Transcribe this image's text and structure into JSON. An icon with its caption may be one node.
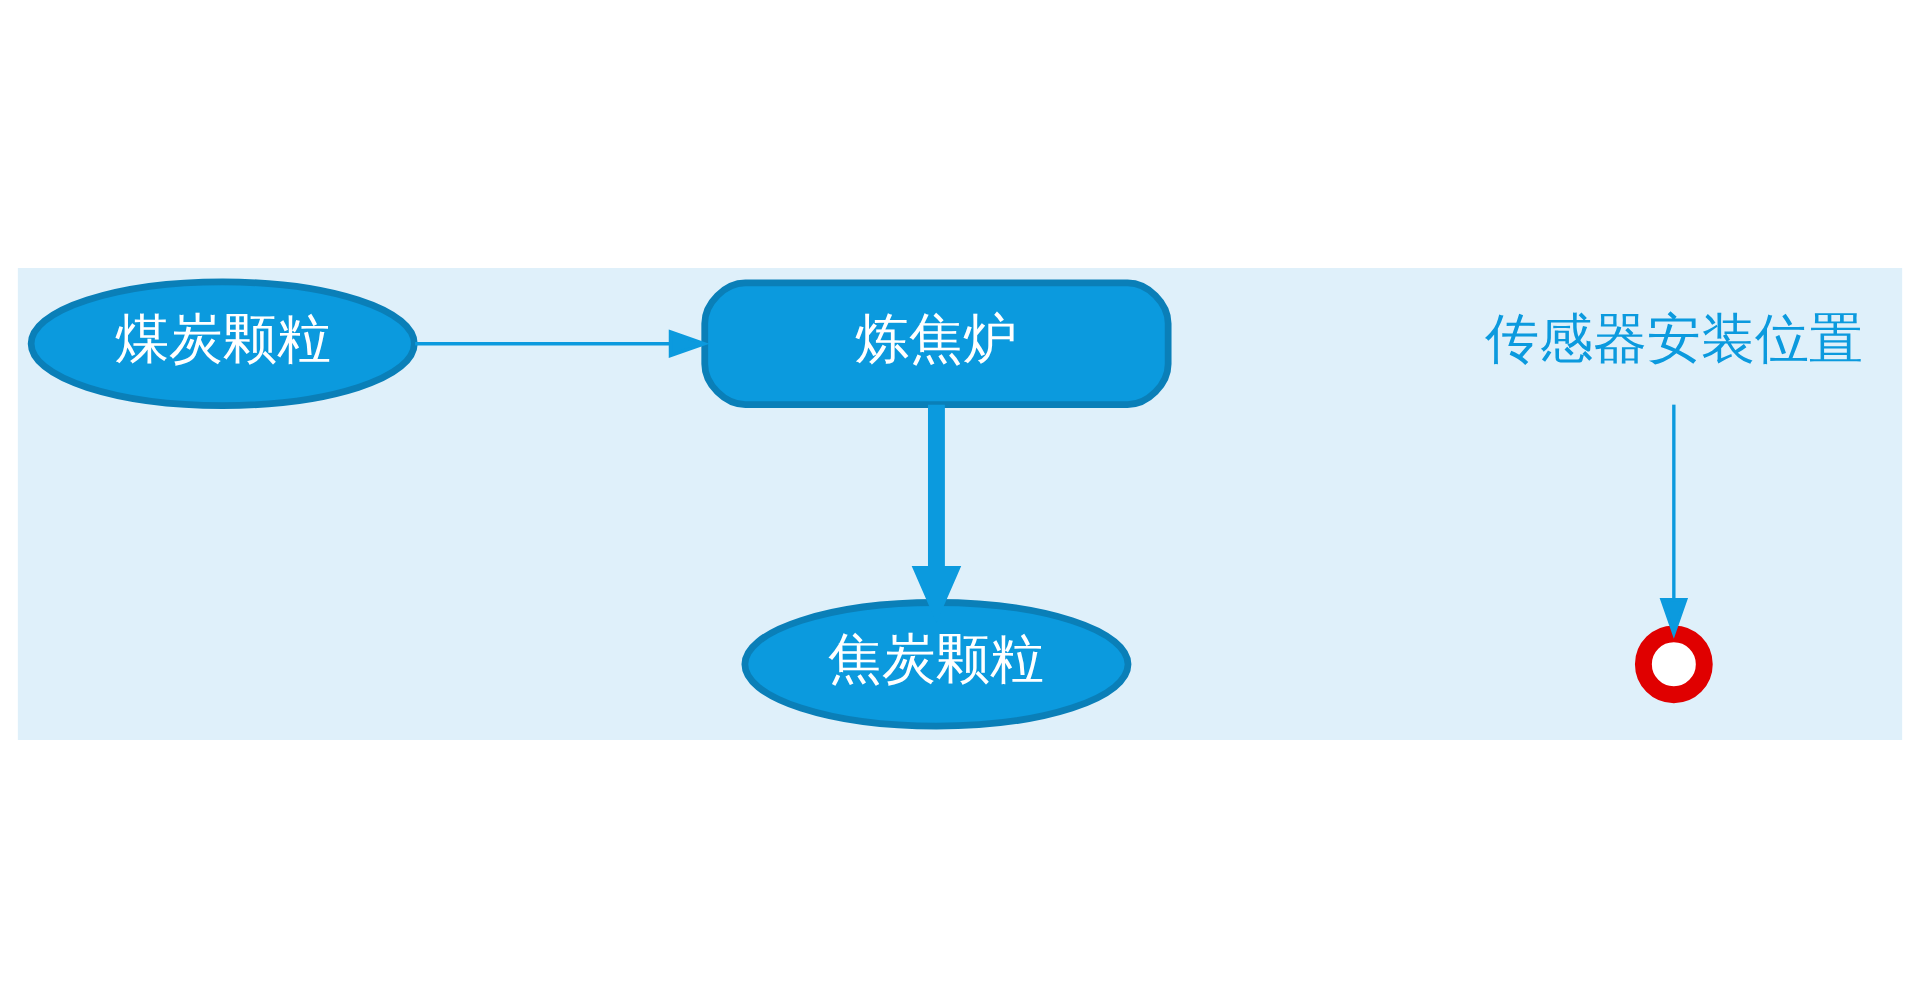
{
  "diagram": {
    "nodes": [
      {
        "text": [
          "煤炭颗粒"
        ]
      },
      {
        "text": [
          "炼焦炉"
        ]
      },
      {
        "text": [
          "焦炭颗粒"
        ]
      },
      {
        "text": [],
        "shape": "circle"
      },
      {
        "text": [
          "传感器安装位置"
        ]
      }
    ],
    "edges": [
      {
        "from": 0,
        "to": 1,
        "arrow": "to"
      },
      {
        "from": 1,
        "to": 2,
        "arrow": "to",
        "style": "thick"
      },
      {
        "from": 4,
        "to": 3,
        "arrow": "to"
      }
    ]
  }
}
